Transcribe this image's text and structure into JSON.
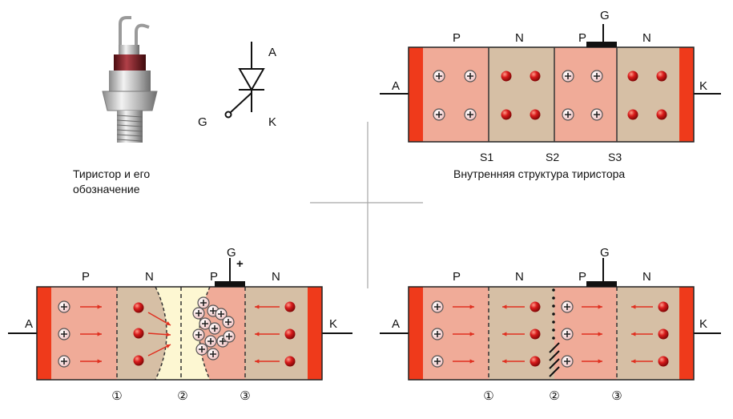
{
  "photo": {
    "caption_line1": "Тиристор и его",
    "caption_line2": "обозначение"
  },
  "symbol": {
    "anode": "A",
    "cathode": "K",
    "gate": "G"
  },
  "structure": {
    "caption": "Внутренняя структура тиристора",
    "anode": "A",
    "cathode": "K",
    "gate": "G",
    "layers": [
      "P",
      "N",
      "P",
      "N"
    ],
    "junctions": [
      "S1",
      "S2",
      "S3"
    ]
  },
  "state_left": {
    "anode": "A",
    "cathode": "K",
    "gate": "G",
    "gate_sign": "+",
    "layers": [
      "P",
      "N",
      "P",
      "N"
    ],
    "junctions": [
      "①",
      "②",
      "③"
    ]
  },
  "state_right": {
    "anode": "A",
    "cathode": "K",
    "gate": "G",
    "layers": [
      "P",
      "N",
      "P",
      "N"
    ],
    "junctions": [
      "①",
      "②",
      "③"
    ]
  },
  "colors": {
    "p_layer": "#f0ab98",
    "n_layer": "#d6bfa5",
    "depletion": "#fdf7d2",
    "contact": "#ef3a1b",
    "electron": "#d21414",
    "arrow": "#e03020",
    "gate_bar": "#111111"
  }
}
